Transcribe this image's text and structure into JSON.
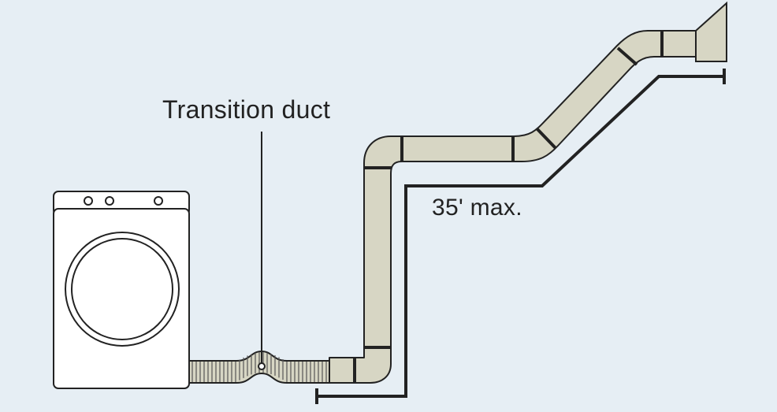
{
  "labels": {
    "transition_duct": "Transition duct",
    "max_length": "35' max."
  },
  "colors": {
    "background": "#e6eef4",
    "duct_fill": "#d7d6c4",
    "outline": "#222222",
    "dryer_fill": "#ffffff"
  },
  "components": {
    "dryer": "dryer-appliance",
    "transition_duct": "flexible-foil-duct",
    "rigid_duct": "rigid-metal-duct",
    "exhaust_hood": "wall-exhaust-hood"
  }
}
